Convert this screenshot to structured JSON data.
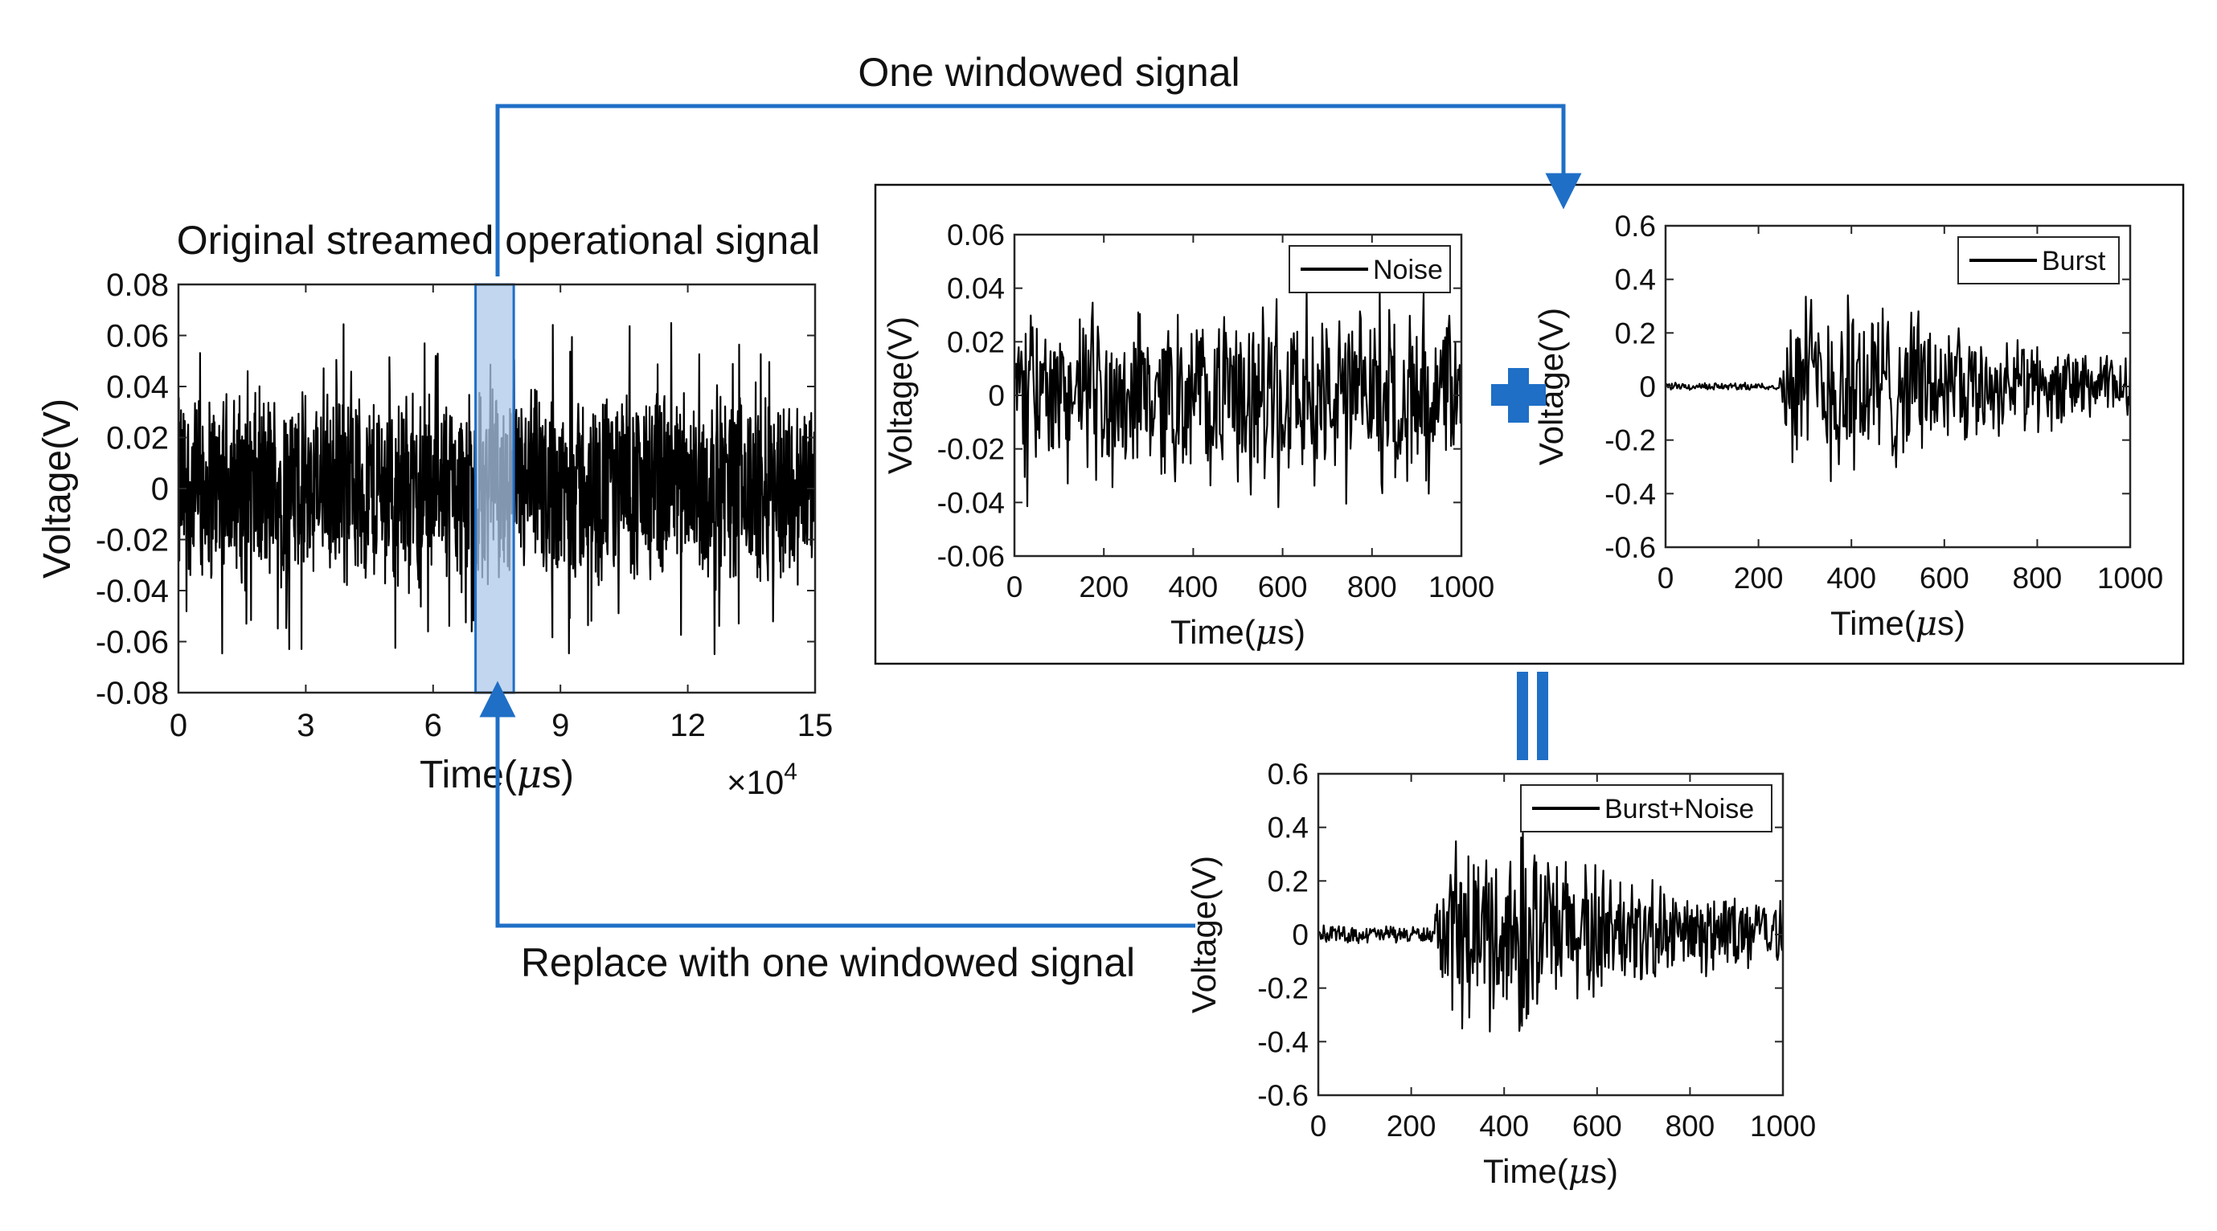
{
  "annotations": {
    "top_arrow_label": "One windowed signal",
    "original_title": "Original streamed operational signal",
    "replace_label": "Replace with one windowed signal"
  },
  "colors": {
    "arrow": "#1f6fc6",
    "window_fill": "#aec8ea",
    "signal": "#000000"
  },
  "icons": {
    "plus": "plus-icon",
    "equals": "equals-icon"
  },
  "chart_data": [
    {
      "id": "original",
      "type": "line",
      "title": "Original streamed operational signal",
      "xlabel": "Time(μs)",
      "ylabel": "Voltage(V)",
      "x_multiplier": "×10",
      "x_multiplier_exp": "4",
      "xlim": [
        0,
        15
      ],
      "ylim": [
        -0.08,
        0.08
      ],
      "xticks": [
        0,
        3,
        6,
        9,
        12,
        15
      ],
      "xtick_labels": [
        "0",
        "3",
        "6",
        "9",
        "12",
        "15"
      ],
      "yticks": [
        0.08,
        0.06,
        0.04,
        0.02,
        0,
        -0.02,
        -0.04,
        -0.06,
        -0.08
      ],
      "ytick_labels": [
        "0.08",
        "0.06",
        "0.04",
        "0.02",
        "0",
        "-0.02",
        "-0.04",
        "-0.06",
        "-0.08"
      ],
      "envelope": [
        {
          "x": 0,
          "amp": 0.036
        },
        {
          "x": 15,
          "amp": 0.036
        }
      ],
      "peak_amplitude": 0.065,
      "highlight_window": [
        7,
        7.9
      ],
      "legend": ""
    },
    {
      "id": "noise",
      "type": "line",
      "xlabel": "Time(μs)",
      "ylabel": "Voltage(V)",
      "xlim": [
        0,
        1000
      ],
      "ylim": [
        -0.06,
        0.06
      ],
      "xticks": [
        0,
        200,
        400,
        600,
        800,
        1000
      ],
      "xtick_labels": [
        "0",
        "200",
        "400",
        "600",
        "800",
        "1000"
      ],
      "yticks": [
        0.06,
        0.04,
        0.02,
        0,
        -0.02,
        -0.04,
        -0.06
      ],
      "ytick_labels": [
        "0.06",
        "0.04",
        "0.02",
        "0",
        "-0.02",
        "-0.04",
        "-0.06"
      ],
      "envelope": [
        {
          "x": 0,
          "amp": 0.028
        },
        {
          "x": 1000,
          "amp": 0.028
        }
      ],
      "peak_amplitude": 0.042,
      "legend": "Noise"
    },
    {
      "id": "burst",
      "type": "line",
      "xlabel": "Time(μs)",
      "ylabel": "Voltage(V)",
      "xlim": [
        0,
        1000
      ],
      "ylim": [
        -0.6,
        0.6
      ],
      "xticks": [
        0,
        200,
        400,
        600,
        800,
        1000
      ],
      "xtick_labels": [
        "0",
        "200",
        "400",
        "600",
        "800",
        "1000"
      ],
      "yticks": [
        0.6,
        0.4,
        0.2,
        0,
        -0.2,
        -0.4,
        -0.6
      ],
      "ytick_labels": [
        "0.6",
        "0.4",
        "0.2",
        "0",
        "-0.2",
        "-0.4",
        "-0.6"
      ],
      "envelope": [
        {
          "x": 0,
          "amp": 0.012
        },
        {
          "x": 245,
          "amp": 0.012
        },
        {
          "x": 255,
          "amp": 0.18
        },
        {
          "x": 300,
          "amp": 0.33
        },
        {
          "x": 480,
          "amp": 0.3
        },
        {
          "x": 700,
          "amp": 0.17
        },
        {
          "x": 1000,
          "amp": 0.1
        }
      ],
      "peak_amplitude": 0.4,
      "legend": "Burst"
    },
    {
      "id": "burst_noise",
      "type": "line",
      "xlabel": "Time(μs)",
      "ylabel": "Voltage(V)",
      "xlim": [
        0,
        1000
      ],
      "ylim": [
        -0.6,
        0.6
      ],
      "xticks": [
        0,
        200,
        400,
        600,
        800,
        1000
      ],
      "xtick_labels": [
        "0",
        "200",
        "400",
        "600",
        "800",
        "1000"
      ],
      "yticks": [
        0.6,
        0.4,
        0.2,
        0,
        -0.2,
        -0.4,
        -0.6
      ],
      "ytick_labels": [
        "0.6",
        "0.4",
        "0.2",
        "0",
        "-0.2",
        "-0.4",
        "-0.6"
      ],
      "envelope": [
        {
          "x": 0,
          "amp": 0.03
        },
        {
          "x": 250,
          "amp": 0.03
        },
        {
          "x": 260,
          "amp": 0.2
        },
        {
          "x": 310,
          "amp": 0.32
        },
        {
          "x": 480,
          "amp": 0.3
        },
        {
          "x": 700,
          "amp": 0.17
        },
        {
          "x": 1000,
          "amp": 0.1
        }
      ],
      "peak_amplitude": 0.4,
      "legend": "Burst+Noise"
    }
  ]
}
